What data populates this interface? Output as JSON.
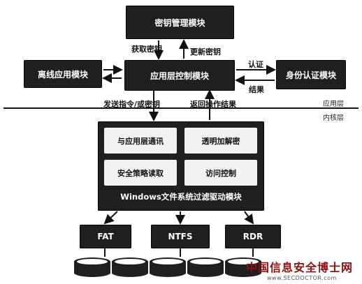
{
  "modules": {
    "key_mgmt": "密钥管理模块",
    "app_control": "应用层控制模块",
    "offline": "离线应用模块",
    "auth": "身份认证模块"
  },
  "driver": {
    "title": "Windows文件系统过滤驱动模块",
    "comm": "与应用层通讯",
    "crypt": "透明加解密",
    "policy": "安全策略读取",
    "access": "访问控制"
  },
  "fs": {
    "fat": "FAT",
    "ntfs": "NTFS",
    "rdr": "RDR"
  },
  "labels": {
    "get_key": "获取密钥",
    "update_key": "更新密钥",
    "auth_req": "认证",
    "result": "结果",
    "send_cmd": "发送指令/或密钥",
    "return_result": "返回操作结果",
    "app_layer": "应用层",
    "kernel_layer": "内核层"
  },
  "watermark": {
    "site_cn": "中国信息安全博士网",
    "site_url": "www.SECDOCTOR.com"
  },
  "colors": {
    "box": "#1f1f1f",
    "inner": "#f2f2f2",
    "watermark": "#8b1010"
  }
}
